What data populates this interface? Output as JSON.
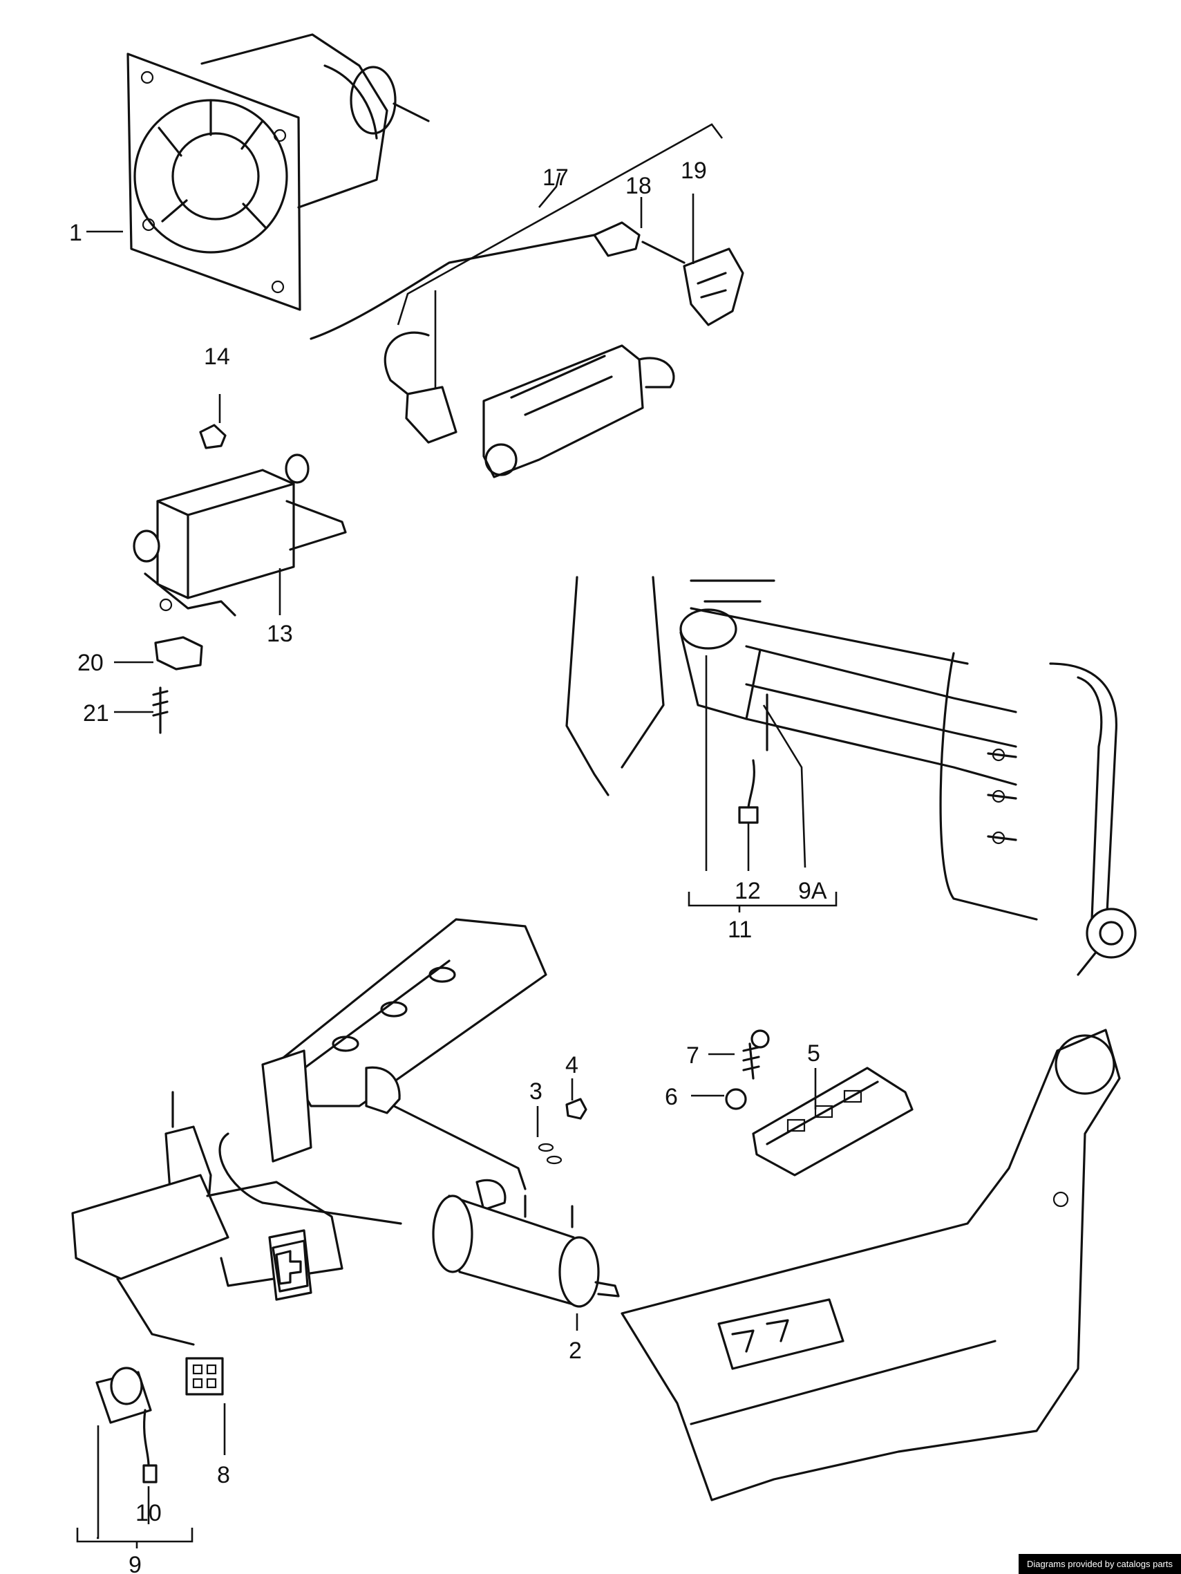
{
  "callouts": {
    "c1": "1",
    "c2": "2",
    "c3": "3",
    "c4": "4",
    "c5": "5",
    "c6": "6",
    "c7": "7",
    "c8": "8",
    "c9": "9",
    "c9A": "9A",
    "c10": "10",
    "c11": "11",
    "c12": "12",
    "c13": "13",
    "c14": "14",
    "c17": "17",
    "c18": "18",
    "c19": "19",
    "c20": "20",
    "c21": "21"
  },
  "footer": {
    "credit": "Diagrams provided by catalogs parts"
  }
}
